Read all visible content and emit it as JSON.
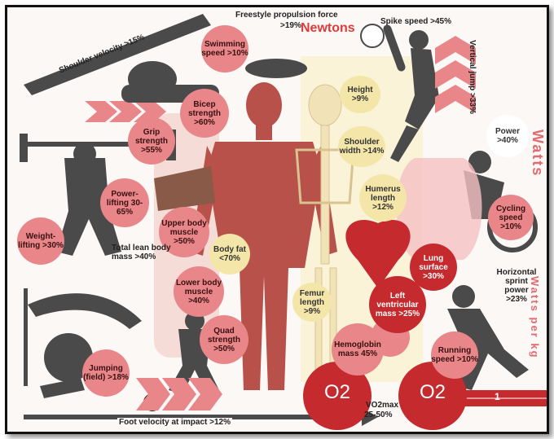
{
  "labels": {
    "shoulder_velocity": "Shoulder velocity >15%",
    "freestyle_title": "Freestyle propulsion force",
    "freestyle_value": ">19%",
    "newtons": "Newtons",
    "spike_speed": "Spike speed >45%",
    "vertical_jump": "Vertical jump >33%",
    "swimming_speed": "Swimming speed >10%",
    "bicep_strength": "Bicep strength >60%",
    "grip_strength": "Grip strength >55%",
    "height": "Height >9%",
    "shoulder_width": "Shoulder width >14%",
    "humerus_length": "Humerus length >12%",
    "power": "Power >40%",
    "watts": "Watts",
    "powerlifting": "Power-lifting 30-65%",
    "upper_body_muscle": "Upper body muscle >50%",
    "body_fat": "Body fat <70%",
    "cycling_speed": "Cycling speed >10%",
    "weightlifting": "Weight-lifting >30%",
    "total_lean": "Total lean body mass >40%",
    "lower_body_muscle": "Lower body muscle >40%",
    "lung_surface": "Lung surface >30%",
    "horizontal_sprint": "Horizontal sprint power >23%",
    "watts_per_kg": "Watts per kg",
    "femur_length": "Femur length >9%",
    "left_ventricular": "Left ventricular mass >25%",
    "quad_strength": "Quad strength >50%",
    "hemoglobin": "Hemoglobin mass 45%",
    "running_speed": "Running speed >10%",
    "jumping_field": "Jumping (field) >18%",
    "o2_left": "O2",
    "o2_right": "O2",
    "vo2_label": "VO2max",
    "vo2_value": "25-50%",
    "foot_velocity": "Foot velocity at impact >12%",
    "lane_number": "1"
  },
  "colors": {
    "red_bubble": "#e8868a",
    "dark_red_bubble": "#c42a2e",
    "yellow_bubble": "#f4e6a8",
    "silhouette": "#4a4a4a",
    "muscle": "#b8514a",
    "accent_text": "#e06c70"
  }
}
